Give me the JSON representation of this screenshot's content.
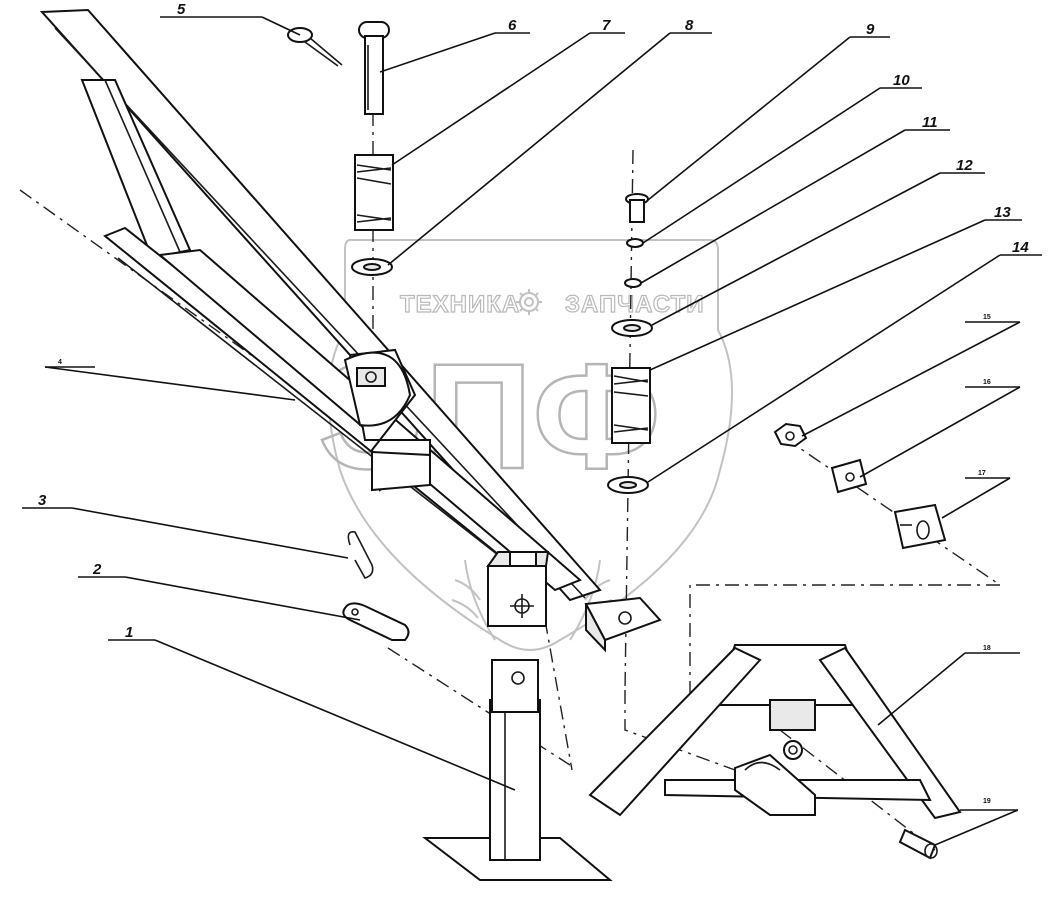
{
  "watermark": {
    "left_word": "ТЕХНИКА",
    "right_word": "ЗАПЧАСТИ",
    "monogram": "ЭПФ",
    "gear_icon": "gear-icon"
  },
  "callouts": [
    {
      "number": "1"
    },
    {
      "number": "2"
    },
    {
      "number": "3"
    },
    {
      "number": "4"
    },
    {
      "number": "5"
    },
    {
      "number": "6"
    },
    {
      "number": "7"
    },
    {
      "number": "8"
    },
    {
      "number": "9"
    },
    {
      "number": "10"
    },
    {
      "number": "11"
    },
    {
      "number": "12"
    },
    {
      "number": "13"
    },
    {
      "number": "14"
    },
    {
      "number": "15"
    },
    {
      "number": "16"
    },
    {
      "number": "17"
    },
    {
      "number": "18"
    },
    {
      "number": "19"
    }
  ]
}
